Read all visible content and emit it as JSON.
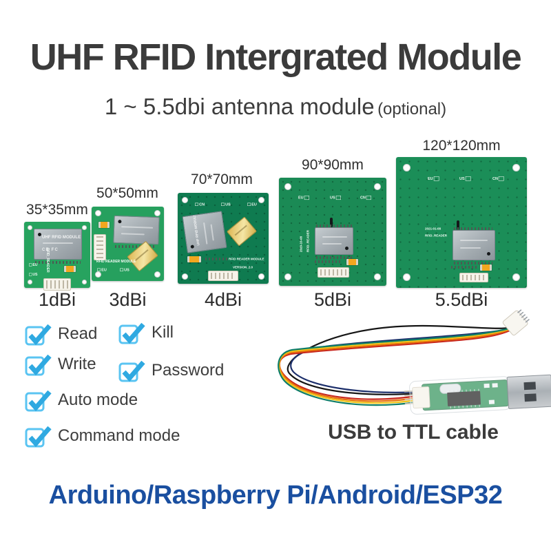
{
  "header": {
    "title": "UHF RFID Intergrated Module",
    "subtitle": "1 ~ 5.5dbi antenna module",
    "subtitle_note": "(optional)"
  },
  "modules": [
    {
      "size": "35*35mm",
      "gain": "1dBi",
      "shield_title": "UHF RFID MODULE",
      "cert": "CE FC",
      "board_text": "RFID_READER",
      "region_labels": [
        "EU",
        "US"
      ]
    },
    {
      "size": "50*50mm",
      "gain": "3dBi",
      "board_text": "RFID READER MODULE",
      "region_labels": [
        "EU",
        "US"
      ]
    },
    {
      "size": "70*70mm",
      "gain": "4dBi",
      "shield_title": "UHF RFID MODULE",
      "board_text": "RFID READER MODULE",
      "version_text": "VERSION_2.0",
      "region_labels": [
        "CN",
        "US",
        "EU"
      ]
    },
    {
      "size": "90*90mm",
      "gain": "5dBi",
      "date_text": "2020-10-08",
      "board_text": "RFID_READER",
      "region_labels": [
        "EU",
        "US",
        "CN"
      ]
    },
    {
      "size": "120*120mm",
      "gain": "5.5dBi",
      "date_text": "2021-01-08",
      "board_text": "RFID_READER",
      "region_labels": [
        "EU",
        "US",
        "CN"
      ]
    }
  ],
  "features": [
    {
      "label": "Read"
    },
    {
      "label": "Kill"
    },
    {
      "label": "Write"
    },
    {
      "label": "Password"
    },
    {
      "label": "Auto mode"
    },
    {
      "label": "Command mode"
    }
  ],
  "cable": {
    "caption": "USB to TTL cable"
  },
  "footer": {
    "text": "Arduino/Raspberry Pi/Android/ESP32"
  },
  "colors": {
    "title_text": "#3b3b3b",
    "checkbox_blue": "#5ac4f2",
    "check_blue": "#2fa9e1",
    "footer_blue": "#1a4fa0",
    "pcb_green_bright": "#27a35f",
    "pcb_green_dark": "#0f7b50",
    "pcb_green_mid": "#1b8a55"
  }
}
